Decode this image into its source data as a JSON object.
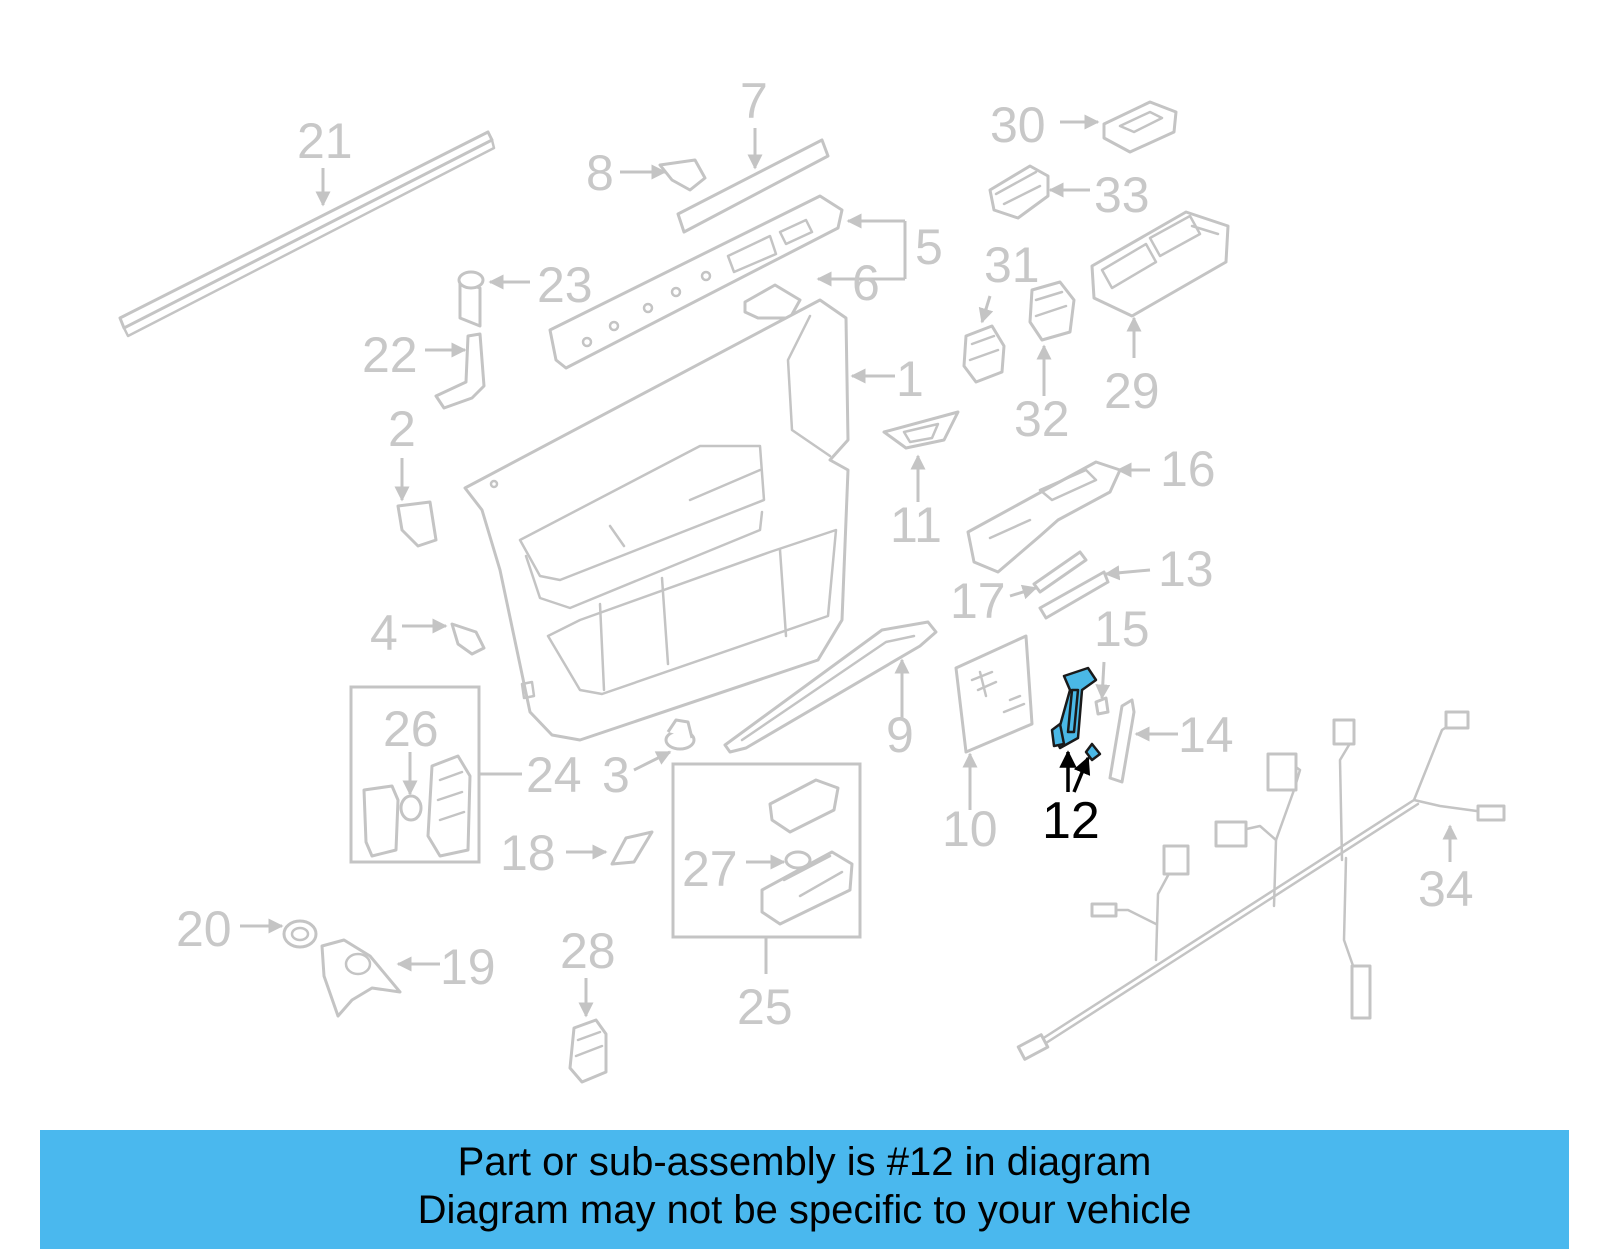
{
  "labels": {
    "p1": "1",
    "p2": "2",
    "p3": "3",
    "p4": "4",
    "p5": "5",
    "p6": "6",
    "p7": "7",
    "p8": "8",
    "p9": "9",
    "p10": "10",
    "p11": "11",
    "p12": "12",
    "p13": "13",
    "p14": "14",
    "p15": "15",
    "p16": "16",
    "p17": "17",
    "p18": "18",
    "p19": "19",
    "p20": "20",
    "p21": "21",
    "p22": "22",
    "p23": "23",
    "p24": "24",
    "p25": "25",
    "p26": "26",
    "p27": "27",
    "p28": "28",
    "p29": "29",
    "p30": "30",
    "p31": "31",
    "p32": "32",
    "p33": "33",
    "p34": "34"
  },
  "highlight": {
    "part": "12",
    "color": "#4ab8e6"
  },
  "banner": {
    "line1": "Part or sub-assembly is #12 in diagram",
    "line2": "Diagram may not be specific to your vehicle",
    "color": "#4ab8ee"
  }
}
